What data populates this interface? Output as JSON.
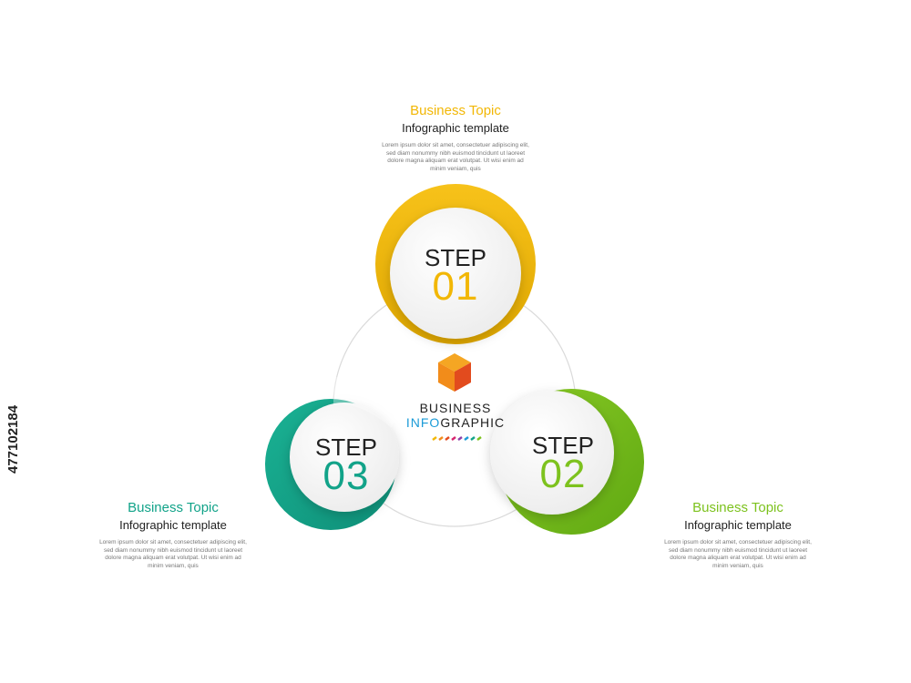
{
  "colors": {
    "yellow": "#F2B705",
    "green": "#7DC21E",
    "teal": "#12A389",
    "text_dark": "#222222",
    "text_body": "#777777",
    "cube_orange": "#F28C1A",
    "ring_line": "#DADADA"
  },
  "steps": [
    {
      "label": "STEP",
      "number": "01",
      "color": "#F2B705"
    },
    {
      "label": "STEP",
      "number": "02",
      "color": "#7DC21E"
    },
    {
      "label": "STEP",
      "number": "03",
      "color": "#12A389"
    }
  ],
  "topics": [
    {
      "title": "Business Topic",
      "subtitle": "Infographic template",
      "body": [
        "Lorem ipsum dolor sit amet, consectetuer adipiscing elit,",
        "sed diam nonummy nibh euismod tincidunt ut laoreet",
        "dolore magna aliquam erat volutpat. Ut wisi enim ad",
        "minim veniam, quis"
      ]
    },
    {
      "title": "Business Topic",
      "subtitle": "Infographic template",
      "body": [
        "Lorem ipsum dolor sit amet, consectetuer adipiscing elit,",
        "sed diam nonummy nibh euismod tincidunt ut laoreet",
        "dolore magna aliquam erat volutpat. Ut wisi enim ad",
        "minim veniam, quis"
      ]
    },
    {
      "title": "Business Topic",
      "subtitle": "Infographic template",
      "body": [
        "Lorem ipsum dolor sit amet, consectetuer adipiscing elit,",
        "sed diam nonummy nibh euismod tincidunt ut laoreet",
        "dolore magna aliquam erat volutpat. Ut wisi enim ad",
        "minim veniam, quis"
      ]
    }
  ],
  "center": {
    "line1": "BUSINESS",
    "line2_a": "INFO",
    "line2_b": "GRAPHIC",
    "icon": "cube-icon",
    "line2_a_color": "#1B9BD7"
  },
  "stock_id": "477102184"
}
